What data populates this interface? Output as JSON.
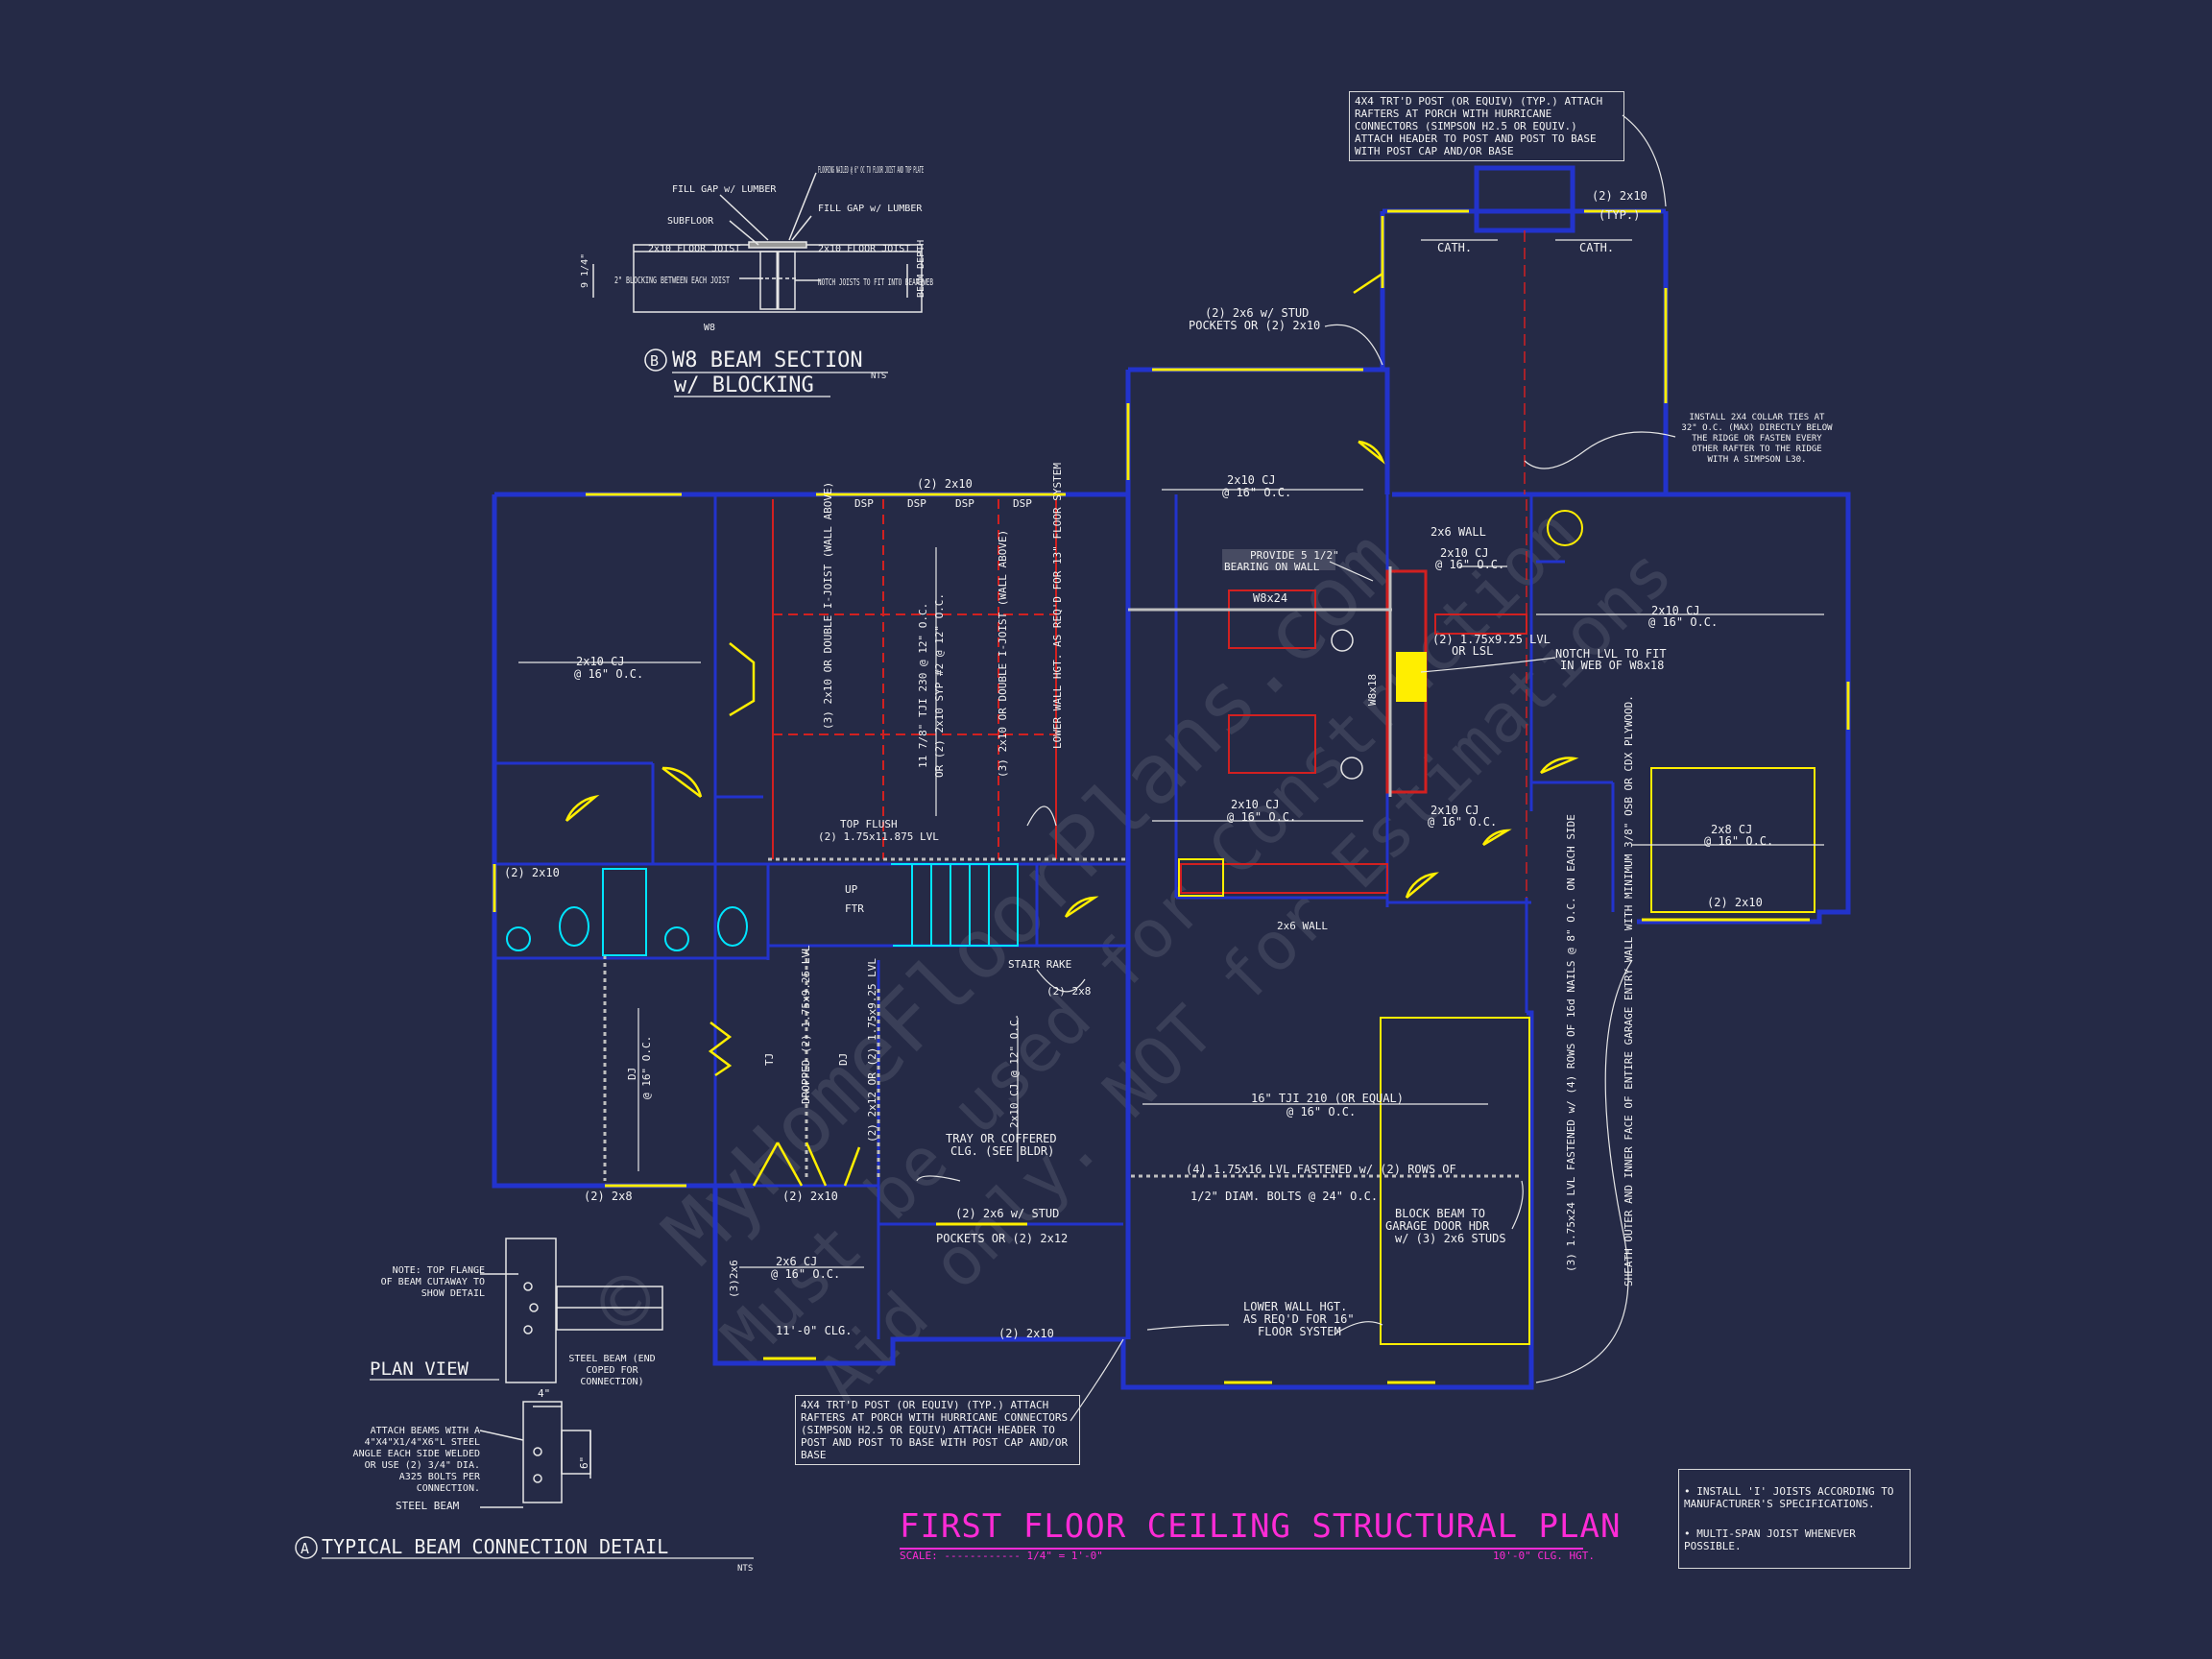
{
  "sheet": {
    "title": "FIRST FLOOR CEILING STRUCTURAL PLAN",
    "scale_label": "SCALE: ------------ 1/4\" = 1'-0\"",
    "height_label": "10'-0\" CLG. HGT."
  },
  "watermark": {
    "line1": "© MyHomeFloorPlans.com",
    "line2": "Must be used for Construction",
    "line3": "Aid only. NOT for Estimations"
  },
  "beam_section": {
    "title_1": "W8 BEAM SECTION",
    "title_2": "w/ BLOCKING",
    "marker": "B",
    "nts": "NTS",
    "labels": {
      "fill_gap_1": "FILL GAP w/ LUMBER",
      "flooring": "FLOORING NAILED @ 6\" OC TO FLOOR JOIST AND TOP PLATE",
      "subfloor": "SUBFLOOR",
      "fill_gap_2": "FILL GAP w/ LUMBER",
      "joist_left": "2x10 FLOOR JOIST",
      "joist_right": "2x10 FLOOR JOIST",
      "blocking": "2\" BLOCKING BETWEEN EACH JOIST",
      "notch": "NOTCH JOISTS TO FIT INTO BEAM WEB",
      "w8": "W8",
      "depth": "9 1/4\"",
      "beam_depth": "BEAM DEPTH"
    }
  },
  "beam_connection": {
    "title": "TYPICAL BEAM CONNECTION DETAIL",
    "marker": "A",
    "nts": "NTS",
    "plan_view": "PLAN VIEW",
    "note_flange": "NOTE: TOP FLANGE OF BEAM CUTAWAY TO SHOW DETAIL",
    "steel_end": "STEEL BEAM (END COPED FOR CONNECTION)",
    "attach": "ATTACH BEAMS WITH A 4\"x4\"x1/4\"x6\"L STEEL ANGLE EACH SIDE WELDED OR USE (2) 3/4\" DIA. A325 BOLTS PER CONNECTION.",
    "steel_beam": "STEEL BEAM",
    "dim_4": "4\"",
    "dim_6": "6\""
  },
  "notes": {
    "porch_top": "4x4 TRT'D POST (OR EQUIV) (TYP.) ATTACH RAFTERS AT PORCH WITH HURRICANE CONNECTORS (SIMPSON H2.5 OR EQUIV.) ATTACH HEADER TO POST AND POST TO BASE WITH POST CAP AND/OR BASE",
    "porch_bottom": "4x4 TRT'D POST (OR EQUIV) (TYP.) ATTACH RAFTERS AT PORCH WITH HURRICANE CONNECTORS (SIMPSON H2.5 OR EQUIV) ATTACH HEADER TO POST AND POST TO BASE WITH POST CAP AND/OR BASE",
    "collar": "INSTALL 2x4 COLLAR TIES AT 32\" O.C. (MAX) DIRECTLY BELOW THE RIDGE OR FASTEN EVERY OTHER RAFTER TO THE RIDGE WITH A SIMPSON L30.",
    "general_1": "INSTALL 'I' JOISTS ACCORDING TO MANUFACTURER'S SPECIFICATIONS.",
    "general_2": "MULTI-SPAN JOIST WHENEVER POSSIBLE."
  },
  "plan_labels": [
    {
      "id": "cj-left",
      "text": "2x10 CJ"
    },
    {
      "id": "cj-left-oc",
      "text": "@ 16\" O.C."
    },
    {
      "id": "stud-pockets",
      "text": "(2) 2x6 w/ STUD"
    },
    {
      "id": "stud-pockets-2",
      "text": "POCKETS OR (2) 2x10"
    },
    {
      "id": "cath-l",
      "text": "CATH."
    },
    {
      "id": "cath-r",
      "text": "CATH."
    },
    {
      "id": "porch-2x10",
      "text": "(2) 2x10"
    },
    {
      "id": "porch-typ",
      "text": "(TYP.)"
    },
    {
      "id": "top-2x10",
      "text": "(2) 2x10"
    },
    {
      "id": "dsp1",
      "text": "DSP"
    },
    {
      "id": "dsp2",
      "text": "DSP"
    },
    {
      "id": "dsp3",
      "text": "DSP"
    },
    {
      "id": "dsp4",
      "text": "DSP"
    },
    {
      "id": "tji-mid",
      "text": "11 7/8\" TJI 230 @ 12\" O.C."
    },
    {
      "id": "tji-mid-2",
      "text": "OR (2) 2x10 SYP #2 @ 12\" O.C."
    },
    {
      "id": "ijoist-l",
      "text": "(3) 2x10 OR DOUBLE I-JOIST (WALL ABOVE)"
    },
    {
      "id": "ijoist-r",
      "text": "(3) 2x10 OR DOUBLE I-JOIST (WALL ABOVE)"
    },
    {
      "id": "lower-wall",
      "text": "LOWER WALL HGT. AS REQ'D FOR 13\" FLOOR SYSTEM"
    },
    {
      "id": "great-cj",
      "text": "2x10 CJ"
    },
    {
      "id": "great-oc",
      "text": "@ 16\" O.C."
    },
    {
      "id": "provide",
      "text": "PROVIDE 5 1/2\""
    },
    {
      "id": "bearing",
      "text": "BEARING ON WALL"
    },
    {
      "id": "w8x24",
      "text": "W8x24"
    },
    {
      "id": "w8x18",
      "text": "W8x18"
    },
    {
      "id": "wall2x6",
      "text": "2x6 WALL"
    },
    {
      "id": "cj-kit",
      "text": "2x10 CJ"
    },
    {
      "id": "cj-kit-oc",
      "text": "@ 16\" O.C."
    },
    {
      "id": "lvl",
      "text": "(2) 1.75x9.25 LVL"
    },
    {
      "id": "lvl-or",
      "text": "OR LSL"
    },
    {
      "id": "notch-lvl",
      "text": "NOTCH LVL TO FIT"
    },
    {
      "id": "notch-lvl-2",
      "text": "IN WEB OF W8x18"
    },
    {
      "id": "cj-right",
      "text": "2x10 CJ"
    },
    {
      "id": "cj-right-oc",
      "text": "@ 16\" O.C."
    },
    {
      "id": "cj-dining",
      "text": "2x10 CJ"
    },
    {
      "id": "cj-dining-oc",
      "text": "@ 16\" O.C."
    },
    {
      "id": "cj-mud",
      "text": "2x10 CJ"
    },
    {
      "id": "cj-mud-oc",
      "text": "@ 16\" O.C."
    },
    {
      "id": "cj-2x8",
      "text": "2x8 CJ"
    },
    {
      "id": "cj-2x8-oc",
      "text": "@ 16\" O.C."
    },
    {
      "id": "2x10-garage",
      "text": "(2) 2x10"
    },
    {
      "id": "2x10-left",
      "text": "(2) 2x10"
    },
    {
      "id": "top-flush",
      "text": "TOP FLUSH"
    },
    {
      "id": "top-flush-2",
      "text": "(2) 1.75x11.875 LVL"
    },
    {
      "id": "wall-2x6-b",
      "text": "2x6 WALL"
    },
    {
      "id": "stair-rake",
      "text": "STAIR RAKE"
    },
    {
      "id": "2x8-tag",
      "text": "(2) 2x8"
    },
    {
      "id": "up",
      "text": "UP"
    },
    {
      "id": "ftr",
      "text": "FTR"
    },
    {
      "id": "tji-garage",
      "text": "16\" TJI 210 (OR EQUAL)"
    },
    {
      "id": "tji-garage-oc",
      "text": "@ 16\" O.C."
    },
    {
      "id": "lvl-garage",
      "text": "(4) 1.75x16 LVL FASTENED w/ (2) ROWS OF"
    },
    {
      "id": "lvl-garage-2",
      "text": "1/2\" DIAM. BOLTS @ 24\" O.C."
    },
    {
      "id": "block-beam",
      "text": "BLOCK BEAM TO"
    },
    {
      "id": "block-beam-2",
      "text": "GARAGE DOOR HDR"
    },
    {
      "id": "block-beam-3",
      "text": "w/ (3) 2x6 STUDS"
    },
    {
      "id": "lower-wall-2",
      "text": "LOWER WALL HGT."
    },
    {
      "id": "lower-wall-3",
      "text": "AS REQ'D FOR 16\""
    },
    {
      "id": "lower-wall-4",
      "text": "FLOOR SYSTEM"
    },
    {
      "id": "tray",
      "text": "TRAY OR COFFERED"
    },
    {
      "id": "tray-2",
      "text": "CLG. (SEE BLDR)"
    },
    {
      "id": "stud-b",
      "text": "(2) 2x6 w/ STUD"
    },
    {
      "id": "stud-b-2",
      "text": "POCKETS OR (2) 2x12"
    },
    {
      "id": "dj",
      "text": "DJ"
    },
    {
      "id": "dj-oc",
      "text": "@ 16\" O.C."
    },
    {
      "id": "2x8-bot",
      "text": "(2) 2x8"
    },
    {
      "id": "2x10-bot",
      "text": "(2) 2x10"
    },
    {
      "id": "2x10-bot-2",
      "text": "(2) 2x10"
    },
    {
      "id": "2x6-cj",
      "text": "2x6 CJ"
    },
    {
      "id": "2x6-cj-oc",
      "text": "@ 16\" O.C."
    },
    {
      "id": "clg-11",
      "text": "11'-0\" CLG."
    },
    {
      "id": "3-2x6",
      "text": "(3)2x6"
    },
    {
      "id": "dropped",
      "text": "DROPPED (2) 1.75x9.25 LVL"
    },
    {
      "id": "tj",
      "text": "TJ"
    },
    {
      "id": "dj-2",
      "text": "DJ"
    },
    {
      "id": "2x12-or",
      "text": "(2) 2x12 OR (2) 1.75x9.25 LVL"
    },
    {
      "id": "cj-bed",
      "text": "2x10 CJ @ 12\" O.C."
    },
    {
      "id": "sheath",
      "text": "SHEATH OUTER AND INNER FACE OF ENTIRE GARAGE ENTRY WALL WITH MINIMUM 3/8\" OSB OR CDX PLYWOOD."
    },
    {
      "id": "lvl-fast",
      "text": "(3) 1.75x24 LVL FASTENED w/ (4) ROWS OF 16d NAILS @ 8\" O.C. ON EACH SIDE"
    },
    {
      "id": "marker-a",
      "text": "A"
    },
    {
      "id": "marker-b",
      "text": "B"
    }
  ]
}
